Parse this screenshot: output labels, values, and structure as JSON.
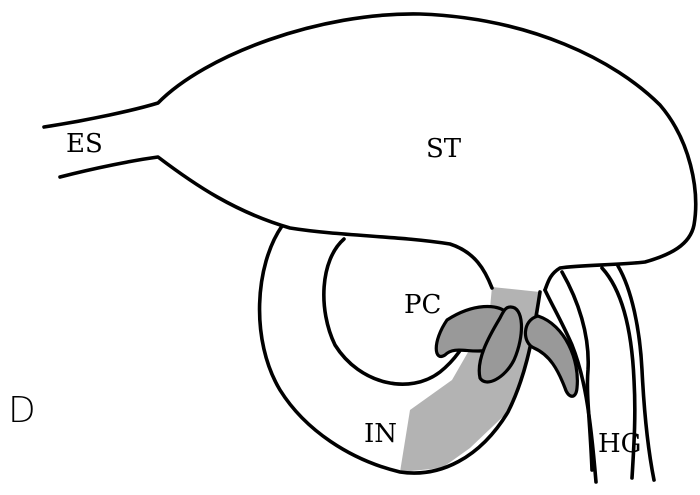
{
  "panel_letter": "D",
  "labels": {
    "es": "ES",
    "st": "ST",
    "pc": "PC",
    "in": "IN",
    "hg": "HG"
  },
  "colors": {
    "outline": "#000000",
    "shaded_region": "#b3b3b3",
    "caeca_fill": "#999999",
    "background": "#ffffff"
  }
}
